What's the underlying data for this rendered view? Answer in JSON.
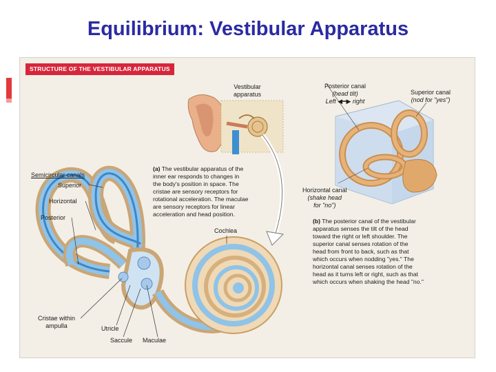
{
  "title": "Equilibrium: Vestibular Apparatus",
  "figure": {
    "header": "STRUCTURE OF THE VESTIBULAR APPARATUS",
    "labels": {
      "vestibular_apparatus_1": "Vestibular",
      "vestibular_apparatus_2": "apparatus",
      "semicircular_canals": "Semicircular canals",
      "superior": "Superior",
      "horizontal": "Horizontal",
      "posterior": "Posterior",
      "cochlea": "Cochlea",
      "cristae_1": "Cristae within",
      "cristae_2": "ampulla",
      "utricle": "Utricle",
      "saccule": "Saccule",
      "maculae": "Maculae",
      "posterior_canal": "Posterior canal",
      "head_tilt": "(head tilt)",
      "left": "Left",
      "right": "right",
      "superior_canal": "Superior canal",
      "nod_yes": "(nod for \"yes\")",
      "horizontal_canal": "Horizontal canal",
      "shake_head_1": "(shake head",
      "shake_head_2": "for \"no\")"
    },
    "caption_a": {
      "marker": "(a)",
      "lines": [
        "The vestibular apparatus of the",
        "inner ear responds to changes in",
        "the body's position in space. The",
        "cristae are sensory receptors for",
        "rotational acceleration. The maculae",
        "are sensory receptors for linear",
        "acceleration and head position."
      ]
    },
    "caption_b": {
      "marker": "(b)",
      "lines": [
        "The posterior canal of the vestibular",
        "apparatus senses the tilt of the head",
        "toward the right or left shoulder. The",
        "superior canal senses rotation of the",
        "head from front to back, such as that",
        "which occurs when nodding \"yes.\" The",
        "horizontal canal senses rotation of the",
        "head as it turns left or right, such as that",
        "which occurs when shaking the head \"no.\""
      ]
    }
  },
  "colors": {
    "title": "#2b2aa3",
    "header_bg": "#d6263c",
    "bone_tan": "#e8c9a0",
    "membrane_blue": "#8fc3e8",
    "canal_tan": "#d9a86c"
  }
}
